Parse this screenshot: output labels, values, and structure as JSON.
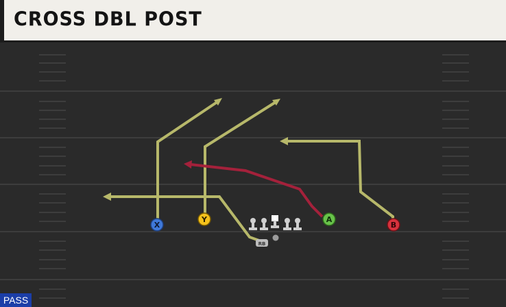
{
  "play": {
    "title": "CROSS DBL POST",
    "type_badge": "PASS"
  },
  "players": {
    "x": "X",
    "y": "Y",
    "a": "A",
    "b": "B",
    "rb": "RB"
  },
  "colors": {
    "route_primary": "#b7b86a",
    "route_hot": "#a4213b",
    "button_x": "#3f78d8",
    "button_y": "#f5c21c",
    "button_a": "#68c24a",
    "button_b": "#d7323d",
    "field": "#2a2a2a",
    "yard_line": "#3c3c3c",
    "header_bg": "#f1efea",
    "badge_bg": "#1b3ea8"
  },
  "icons": {
    "lineman": "lineman-icon",
    "center": "center-icon",
    "quarterback": "quarterback-dot-icon",
    "route_arrow": "arrow-head-icon"
  }
}
